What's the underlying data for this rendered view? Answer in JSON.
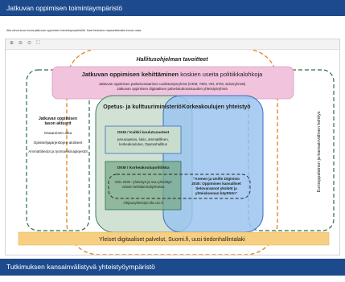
{
  "header_top": "Jatkuvan oppimisen toimintaympäristö",
  "intro": "Alla oleva kuva kuvaa jatkuvan oppimisen toimintaympäristöä. Saat tiedoston napsauttamalla kuvan osaa.",
  "toolbar": {
    "zoom_in": "⊕",
    "zoom_out": "⊖",
    "reset": "⊙",
    "fullscreen": "⛶"
  },
  "diagram": {
    "hallitus_title": "Hallitusohjelman tavoitteet",
    "pink_title": "Jatkuvan oppimisen kehittäminen",
    "pink_title_rest": " koskien useita politiikkalohkoja",
    "pink_line1": "Jatkuvan oppimisen parlamentaarinen uudistustyöryhmä (OKM, TEM, VM, STM, sidosryhmät)",
    "pink_line2": "Jatkuvan oppimisen digitaalisen palvelukokonaisuuden yhteistyöryhmä",
    "left_title1": "Jatkuvan oppimisen",
    "left_title2": "tason aktuurit",
    "left_item1": "Osaamisen aika",
    "left_item2": "Opiskelijajärjestöjen aloitteet",
    "left_item3": "Ammattitiedot ja työmarkkinajärjestöt",
    "okm_title": "Opetus- ja kulttuuriministeriö",
    "kk_title": "Korkeakoulujen yhteistyö",
    "koulutus_title": "OKM / Kaikki koulutusasteet",
    "koulutus_line1": "perusopetus, lukio, ammatillinen,",
    "koulutus_line2": "korkeakoulutus, Opetushallitus",
    "kkpol_title": "OKM / Korkeakoulupolitiikka",
    "kkpol_line1": "Visio 2030 –yhteistyö ja muu yhteistyö",
    "kkpol_line2": "visioon kehittämisohjelmissa",
    "ohjaus": "Ohjausyhteistyö tila.csc.fi",
    "arenen_line1": "\"Arenen ja Unifin Digivisio",
    "arenen_line2": "2030: Oppimisen kansalliset",
    "arenen_line3": "tietovarannot yksiköt ja",
    "arenen_line4": "yhteiskunnan käyttöön\"",
    "right_vertical": "Eurooppalainen ja kansainvälinen kehitys",
    "bottom_bar": "Yleiset digitaaliset palvelut, Suomi.fi, uusi tiedonhallintalaki"
  },
  "header_bottom": "Tutkimuksen kansainvälistyvä yhteistyöympäristö"
}
